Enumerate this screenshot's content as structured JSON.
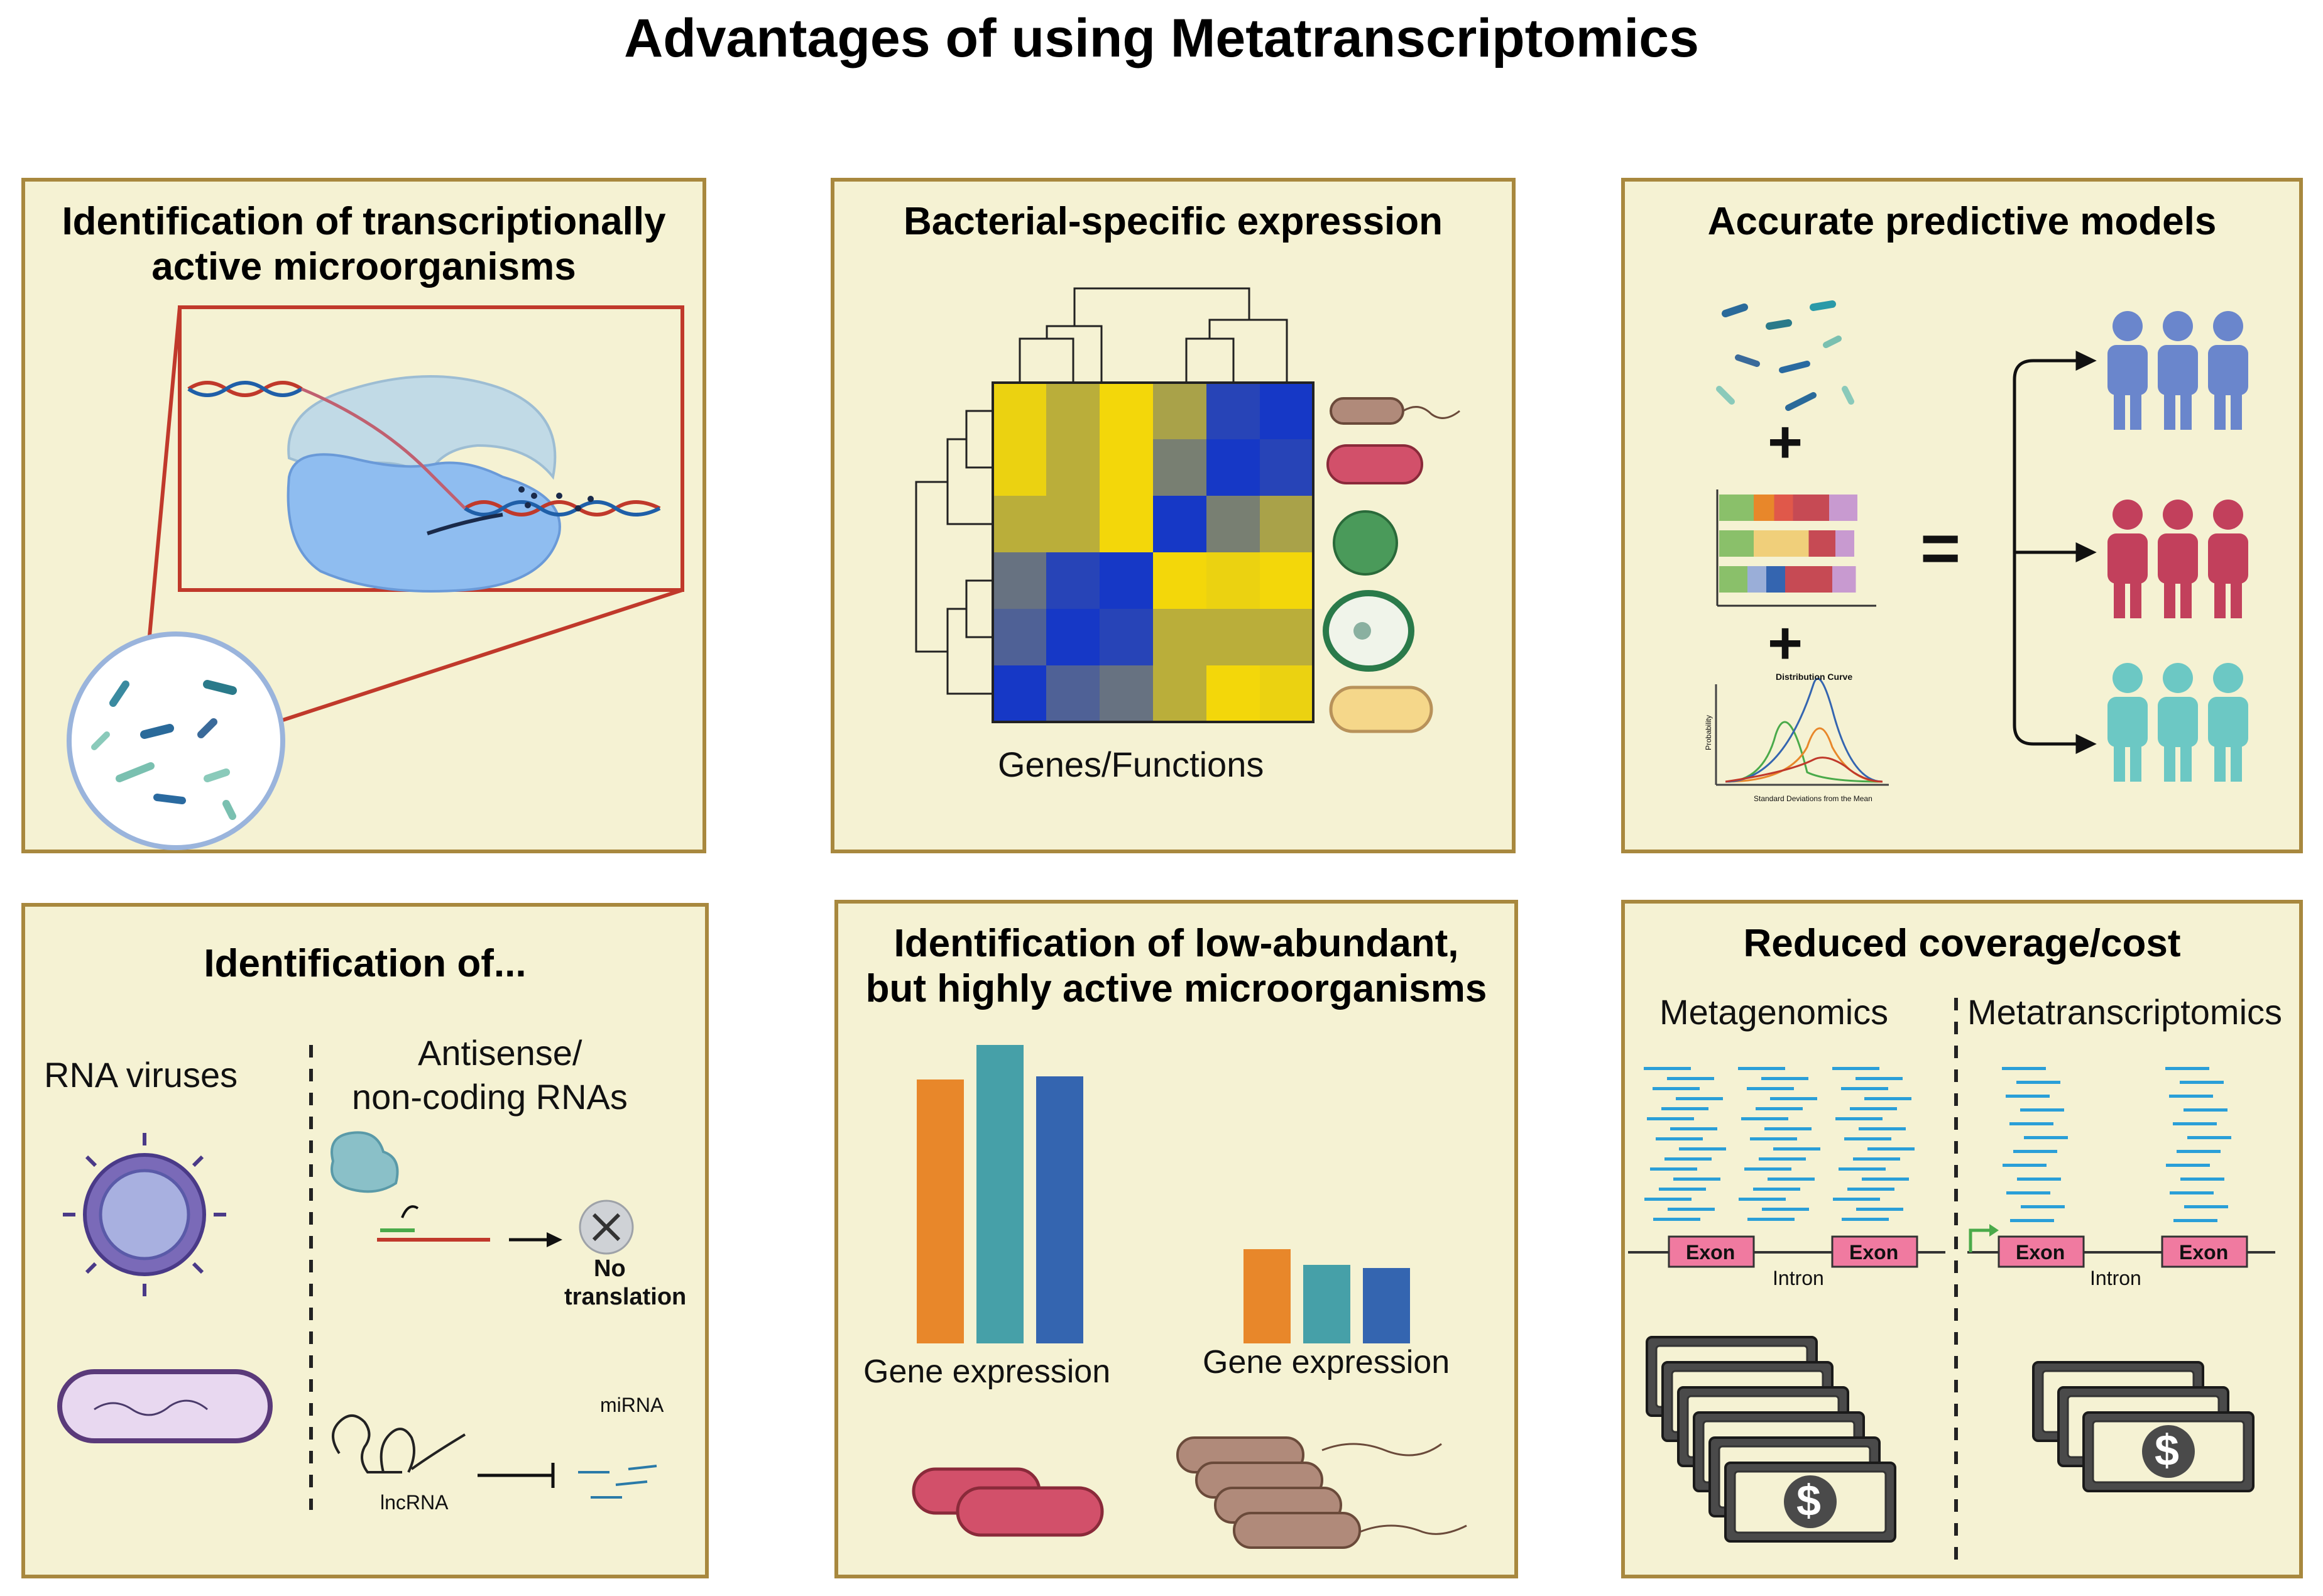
{
  "title": "Advantages of using Metatranscriptomics",
  "panels": {
    "p1": {
      "title_line1": "Identification of transcriptionally",
      "title_line2": "active microorganisms"
    },
    "p2": {
      "title": "Bacterial-specific expression",
      "xlabel": "Genes/Functions"
    },
    "p3": {
      "title": "Accurate predictive models",
      "plus": "+",
      "equals": "=",
      "curve_title": "Distribution Curve",
      "curve_ylabel": "Probability",
      "curve_xlabel": "Standard Deviations from the Mean"
    },
    "p4": {
      "title": "Identification of...",
      "rna_viruses": "RNA viruses",
      "antisense_line1": "Antisense/",
      "antisense_line2": "non-coding RNAs",
      "no": "No",
      "translation": "translation",
      "lncrna": "lncRNA",
      "mirna": "miRNA"
    },
    "p5": {
      "title_line1": "Identification of low-abundant,",
      "title_line2": "but highly active microorganisms",
      "gene_expression_left": "Gene expression",
      "gene_expression_right": "Gene expression"
    },
    "p6": {
      "title": "Reduced coverage/cost",
      "metagenomics": "Metagenomics",
      "metatranscriptomics": "Metatranscriptomics",
      "exon": "Exon",
      "intron": "Intron",
      "dollar": "$"
    }
  },
  "colors": {
    "panel_bg": "#f5f2d3",
    "panel_border": "#a8883e",
    "heat_yellow": "#ffe000",
    "heat_blue": "#0a2fd0",
    "bar_orange": "#e8872a",
    "bar_teal": "#46a0a8",
    "bar_blue": "#3465b0",
    "person_blue": "#6a86cc",
    "person_red": "#c2405c",
    "person_teal": "#6cc8c4",
    "read_blue": "#2a9fd8",
    "exon_pink": "#f07aa0"
  },
  "heatmap": {
    "cells": [
      [
        0.92,
        0.72,
        0.95,
        0.65,
        0.12,
        0.05
      ],
      [
        0.92,
        0.72,
        0.95,
        0.45,
        0.05,
        0.12
      ],
      [
        0.72,
        0.72,
        0.95,
        0.05,
        0.45,
        0.65
      ],
      [
        0.38,
        0.12,
        0.05,
        0.95,
        0.92,
        0.95
      ],
      [
        0.28,
        0.05,
        0.12,
        0.72,
        0.72,
        0.72
      ],
      [
        0.05,
        0.28,
        0.38,
        0.72,
        0.95,
        0.92
      ]
    ]
  },
  "bar_chart_left": {
    "values": [
      0.84,
      0.95,
      0.85
    ]
  },
  "bar_chart_right": {
    "values": [
      0.3,
      0.25,
      0.24
    ]
  },
  "stacked_bars": {
    "rows": [
      {
        "segments": [
          {
            "value": 0.22,
            "color": "#8ac06a"
          },
          {
            "value": 0.13,
            "color": "#e8872a"
          },
          {
            "value": 0.12,
            "color": "#e0584a"
          },
          {
            "value": 0.23,
            "color": "#c64a54"
          },
          {
            "value": 0.18,
            "color": "#c89ad0"
          }
        ]
      },
      {
        "segments": [
          {
            "value": 0.22,
            "color": "#8ac06a"
          },
          {
            "value": 0.35,
            "color": "#f0cf7a"
          },
          {
            "value": 0.17,
            "color": "#c64a54"
          },
          {
            "value": 0.12,
            "color": "#c89ad0"
          }
        ]
      },
      {
        "segments": [
          {
            "value": 0.18,
            "color": "#8ac06a"
          },
          {
            "value": 0.12,
            "color": "#9aaed8"
          },
          {
            "value": 0.12,
            "color": "#3465b0"
          },
          {
            "value": 0.3,
            "color": "#c64a54"
          },
          {
            "value": 0.15,
            "color": "#c89ad0"
          }
        ]
      }
    ]
  },
  "coverage": {
    "metagenomics_reads": 48,
    "metatranscriptomics_reads_per_exon": 12,
    "metagenomics_bills": 6,
    "metatranscriptomics_bills": 3
  }
}
